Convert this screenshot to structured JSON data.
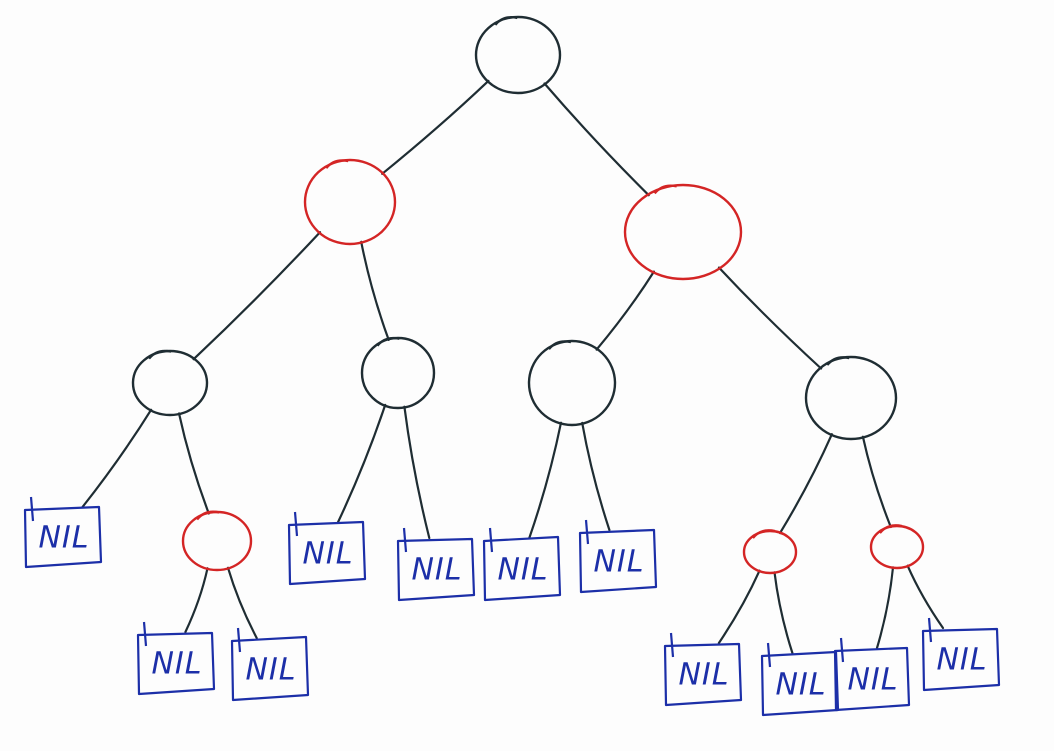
{
  "colors": {
    "black_node": "#1f2d33",
    "red_node": "#d42525",
    "edge": "#1f2d33",
    "nil": "#1c2fa8"
  },
  "tree": {
    "nodes": [
      {
        "id": "n1",
        "color": "black",
        "kind": "node"
      },
      {
        "id": "n2",
        "color": "red",
        "kind": "node"
      },
      {
        "id": "n3",
        "color": "red",
        "kind": "node"
      },
      {
        "id": "n4",
        "color": "black",
        "kind": "node"
      },
      {
        "id": "n5",
        "color": "black",
        "kind": "node"
      },
      {
        "id": "n6",
        "color": "black",
        "kind": "node"
      },
      {
        "id": "n7",
        "color": "black",
        "kind": "node"
      },
      {
        "id": "n8",
        "color": "red",
        "kind": "node"
      },
      {
        "id": "n9",
        "color": "red",
        "kind": "node"
      },
      {
        "id": "n10",
        "color": "red",
        "kind": "node"
      },
      {
        "id": "l1",
        "label": "NIL",
        "kind": "nil"
      },
      {
        "id": "l2",
        "label": "NIL",
        "kind": "nil"
      },
      {
        "id": "l3",
        "label": "NIL",
        "kind": "nil"
      },
      {
        "id": "l4",
        "label": "NIL",
        "kind": "nil"
      },
      {
        "id": "l5",
        "label": "NIL",
        "kind": "nil"
      },
      {
        "id": "l6",
        "label": "NIL",
        "kind": "nil"
      },
      {
        "id": "l7",
        "label": "NIL",
        "kind": "nil"
      },
      {
        "id": "l8",
        "label": "NIL",
        "kind": "nil"
      },
      {
        "id": "l9",
        "label": "NIL",
        "kind": "nil"
      },
      {
        "id": "l10",
        "label": "NIL",
        "kind": "nil"
      },
      {
        "id": "l11",
        "label": "NIL",
        "kind": "nil"
      }
    ],
    "edges": [
      [
        "n1",
        "n2"
      ],
      [
        "n1",
        "n3"
      ],
      [
        "n2",
        "n4"
      ],
      [
        "n2",
        "n5"
      ],
      [
        "n3",
        "n6"
      ],
      [
        "n3",
        "n7"
      ],
      [
        "n4",
        "l1"
      ],
      [
        "n4",
        "n8"
      ],
      [
        "n8",
        "l2"
      ],
      [
        "n8",
        "l3"
      ],
      [
        "n5",
        "l4"
      ],
      [
        "n5",
        "l5"
      ],
      [
        "n6",
        "l6"
      ],
      [
        "n6",
        "l7"
      ],
      [
        "n7",
        "n9"
      ],
      [
        "n7",
        "n10"
      ],
      [
        "n9",
        "l8"
      ],
      [
        "n9",
        "l9"
      ],
      [
        "n10",
        "l10"
      ],
      [
        "n10",
        "l11"
      ]
    ]
  }
}
